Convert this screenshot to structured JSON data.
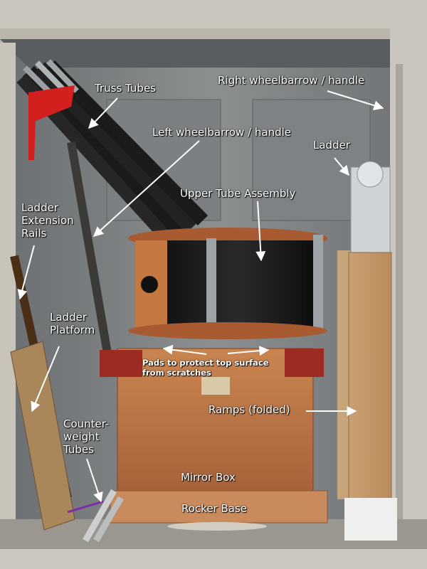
{
  "labels": {
    "truss_tubes": "Truss Tubes",
    "right_wheelbarrow": "Right wheelbarrow / handle",
    "left_wheelbarrow": "Left wheelbarrow / handle",
    "ladder": "Ladder",
    "upper_tube_assembly": "Upper Tube Assembly",
    "ladder_extension_rails": [
      "Ladder",
      "Extension",
      "Rails"
    ],
    "ladder_platform": [
      "Ladder",
      "Platform"
    ],
    "pads": [
      "Pads to protect top surface",
      "from scratches"
    ],
    "ramps": "Ramps (folded)",
    "counterweight_tubes": [
      "Counter-",
      "weight",
      "Tubes"
    ],
    "mirror_box": "Mirror Box",
    "rocker_base": "Rocker Base"
  },
  "colors": {
    "label_text": "#ffffff",
    "arrow": "#ffffff",
    "shed_plastic": "#c9c6bd",
    "wood": "#c87a45",
    "tube_black": "#1c1c1c",
    "strap_red": "#d41f1f"
  }
}
